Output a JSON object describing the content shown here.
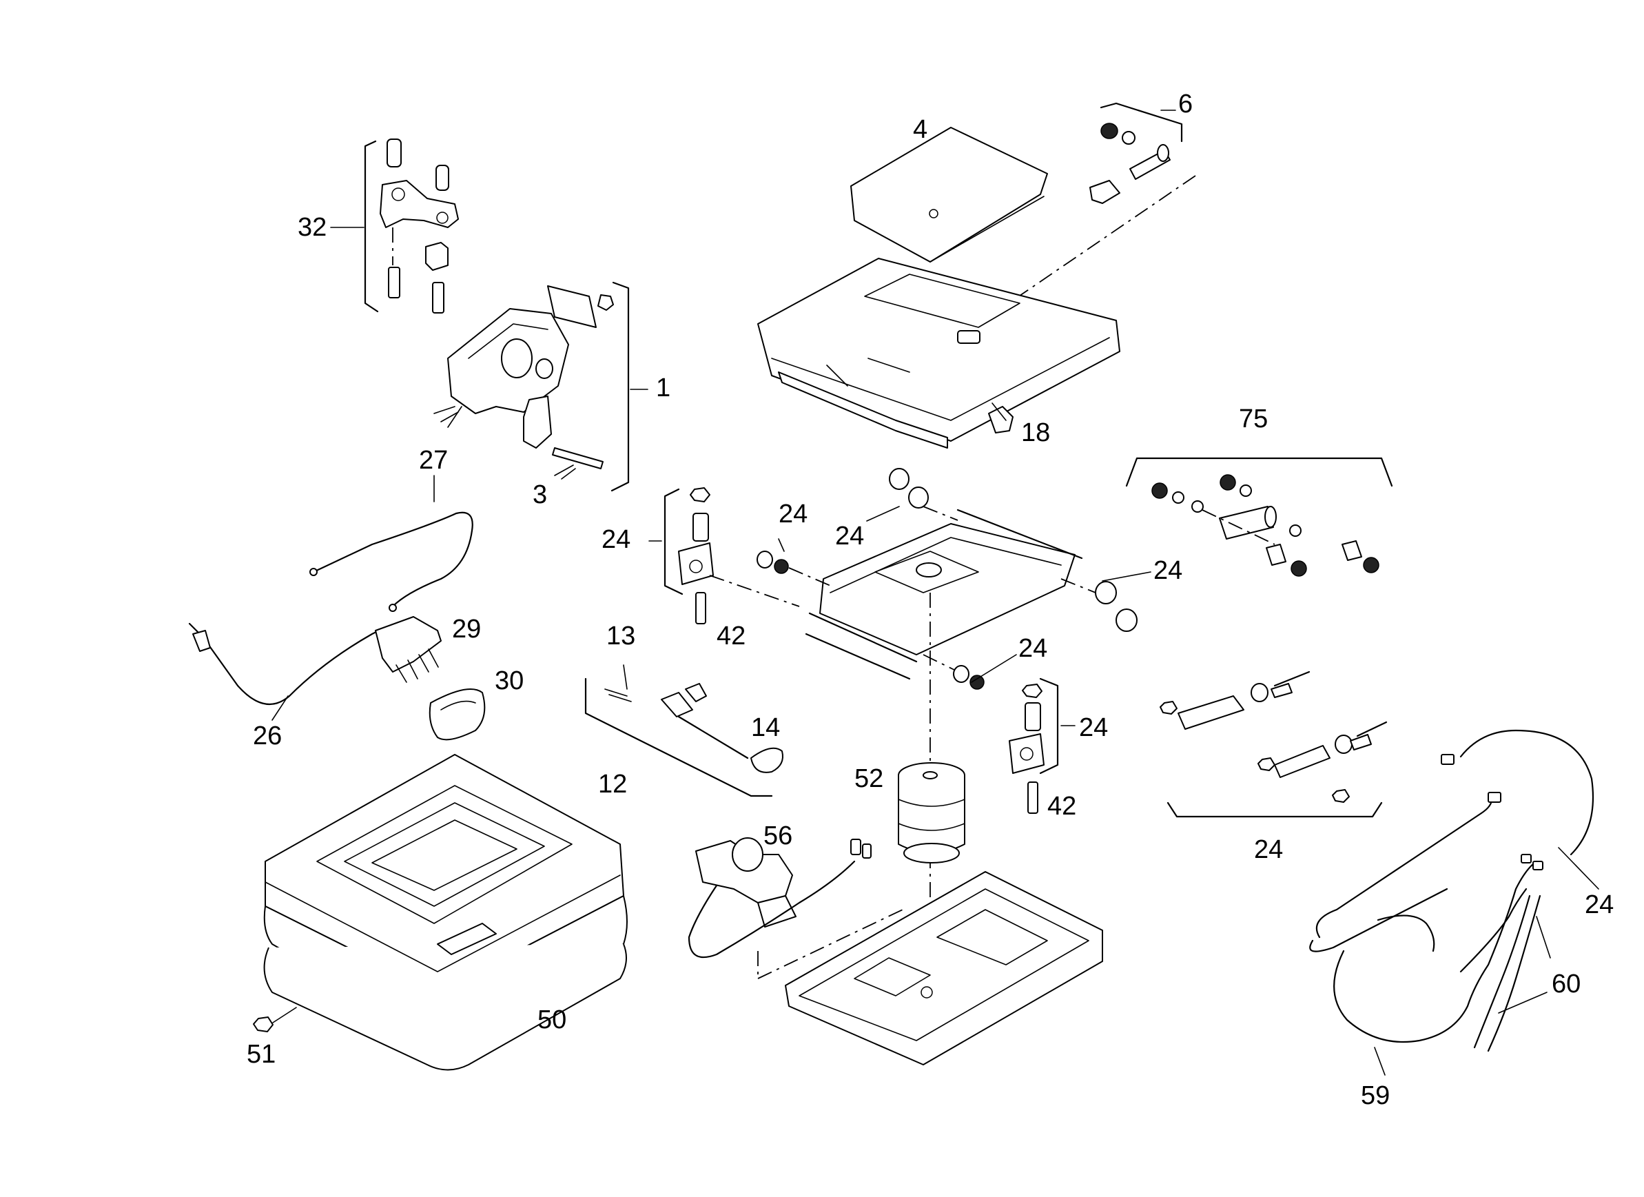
{
  "callouts": {
    "c1": "1",
    "c3": "3",
    "c4": "4",
    "c6": "6",
    "c12": "12",
    "c13": "13",
    "c14": "14",
    "c18": "18",
    "c24_a": "24",
    "c24_b": "24",
    "c24_c": "24",
    "c24_d": "24",
    "c24_e": "24",
    "c24_f": "24",
    "c24_g": "24",
    "c24_h": "24",
    "c26": "26",
    "c27": "27",
    "c29": "29",
    "c30": "30",
    "c32": "32",
    "c42_a": "42",
    "c42_b": "42",
    "c50": "50",
    "c51": "51",
    "c52": "52",
    "c56": "56",
    "c59": "59",
    "c60": "60",
    "c75": "75"
  }
}
